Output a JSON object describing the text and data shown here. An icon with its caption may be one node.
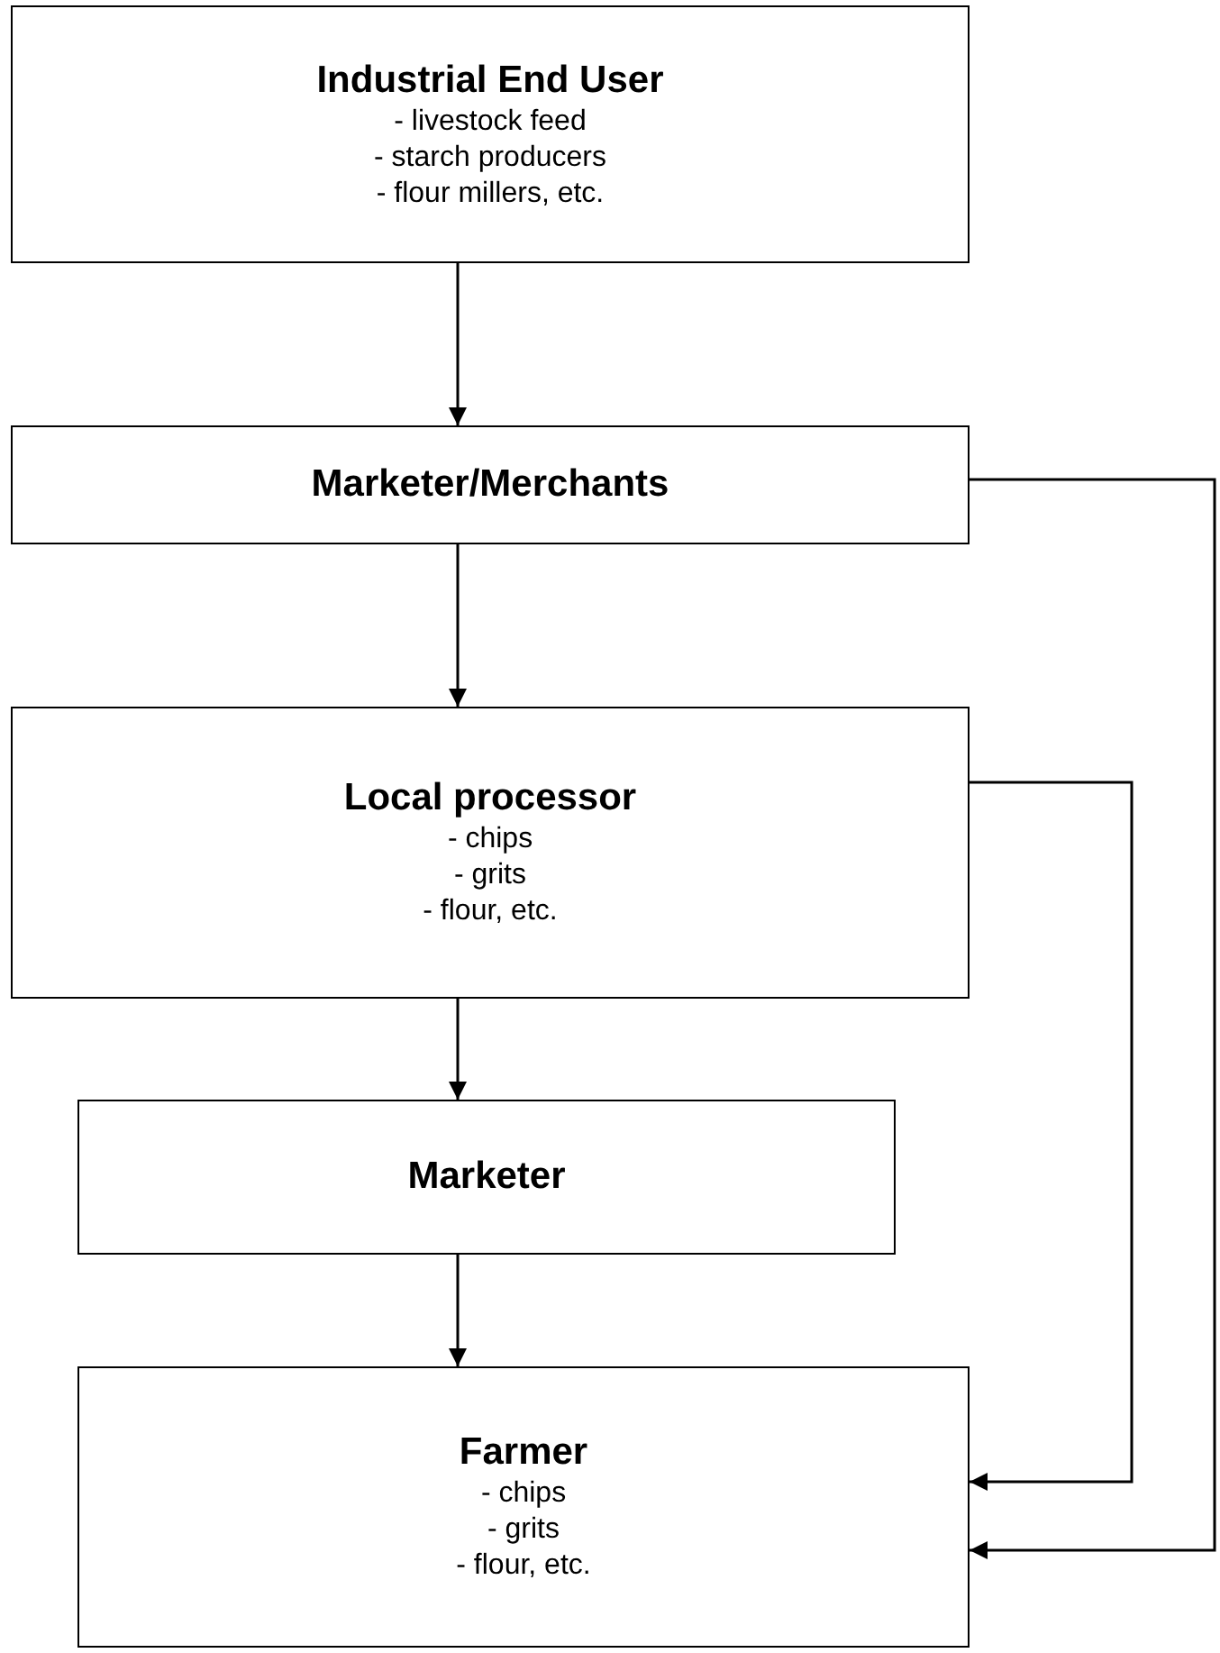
{
  "diagram": {
    "nodes": [
      {
        "text": [
          "Industrial End User",
          "- livestock feed",
          "- starch producers",
          "- flour millers, etc."
        ]
      },
      {
        "text": [
          "Marketer/Merchants"
        ]
      },
      {
        "text": [
          "Local processor",
          "- chips",
          "- grits",
          "- flour, etc."
        ]
      },
      {
        "text": [
          "Marketer"
        ]
      },
      {
        "text": [
          "Farmer",
          "- chips",
          "- grits",
          "- flour, etc."
        ]
      }
    ],
    "edges": [
      {
        "from": 0,
        "to": 1,
        "arrow": "to"
      },
      {
        "from": 1,
        "to": 2,
        "arrow": "to"
      },
      {
        "from": 2,
        "to": 3,
        "arrow": "to"
      },
      {
        "from": 3,
        "to": 4,
        "arrow": "to"
      },
      {
        "from": 2,
        "to": 4,
        "arrow": "to"
      },
      {
        "from": 1,
        "to": 4,
        "arrow": "to"
      }
    ]
  }
}
